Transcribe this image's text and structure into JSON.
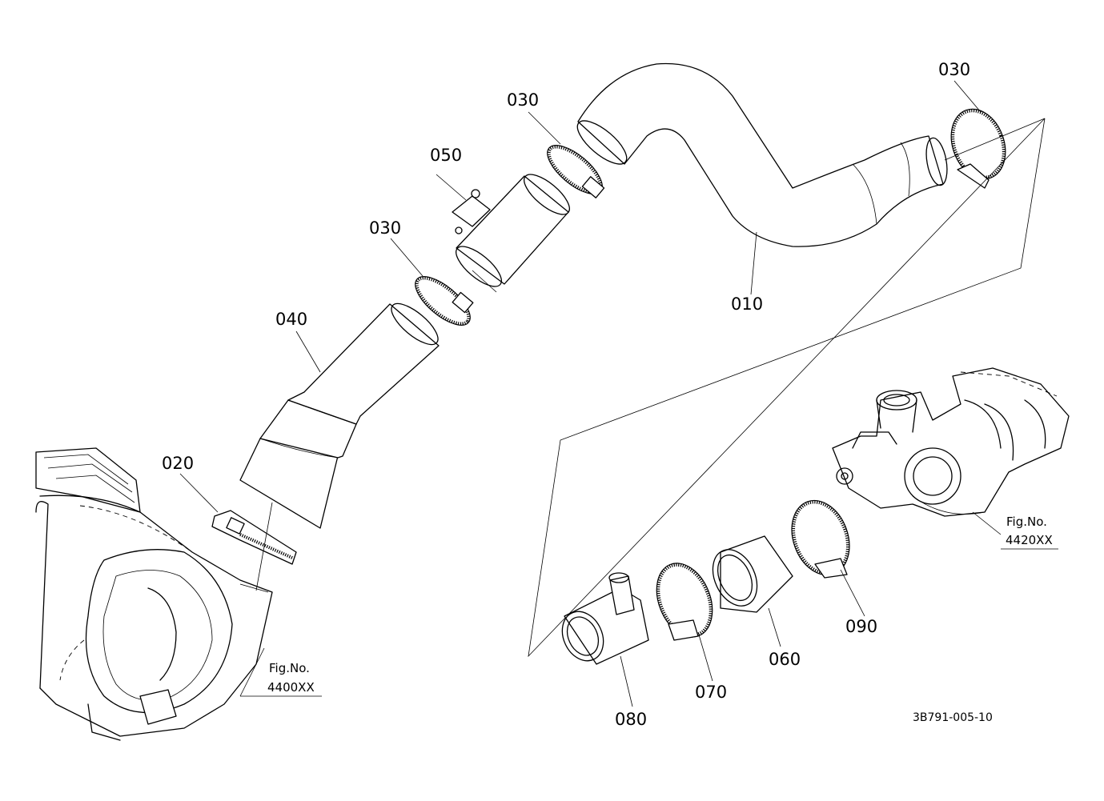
{
  "parts": {
    "p010": "010",
    "p020": "020",
    "p030a": "030",
    "p030b": "030",
    "p030c": "030",
    "p040": "040",
    "p050": "050",
    "p060": "060",
    "p070": "070",
    "p080": "080",
    "p090": "090"
  },
  "figure_refs": {
    "left": {
      "line1": "Fig.No.",
      "line2": "4400XX"
    },
    "right": {
      "line1": "Fig.No.",
      "line2": "4420XX"
    }
  },
  "drawing_code": "3B791-005-10"
}
